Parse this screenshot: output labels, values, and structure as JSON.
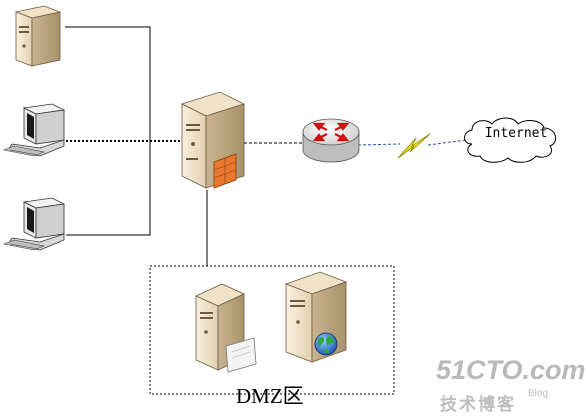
{
  "diagram": {
    "dmz_label": "DMZ区",
    "internet_label": "Internet"
  },
  "watermark": {
    "site": "51CTO.com",
    "subtitle": "技术博客",
    "blog": "Blog"
  },
  "icons": [
    "server-icon",
    "desktop-computer-icon",
    "firewall-server-icon",
    "router-icon",
    "lightning-link-icon",
    "internet-cloud-icon",
    "web-server-icon",
    "globe-icon"
  ]
}
